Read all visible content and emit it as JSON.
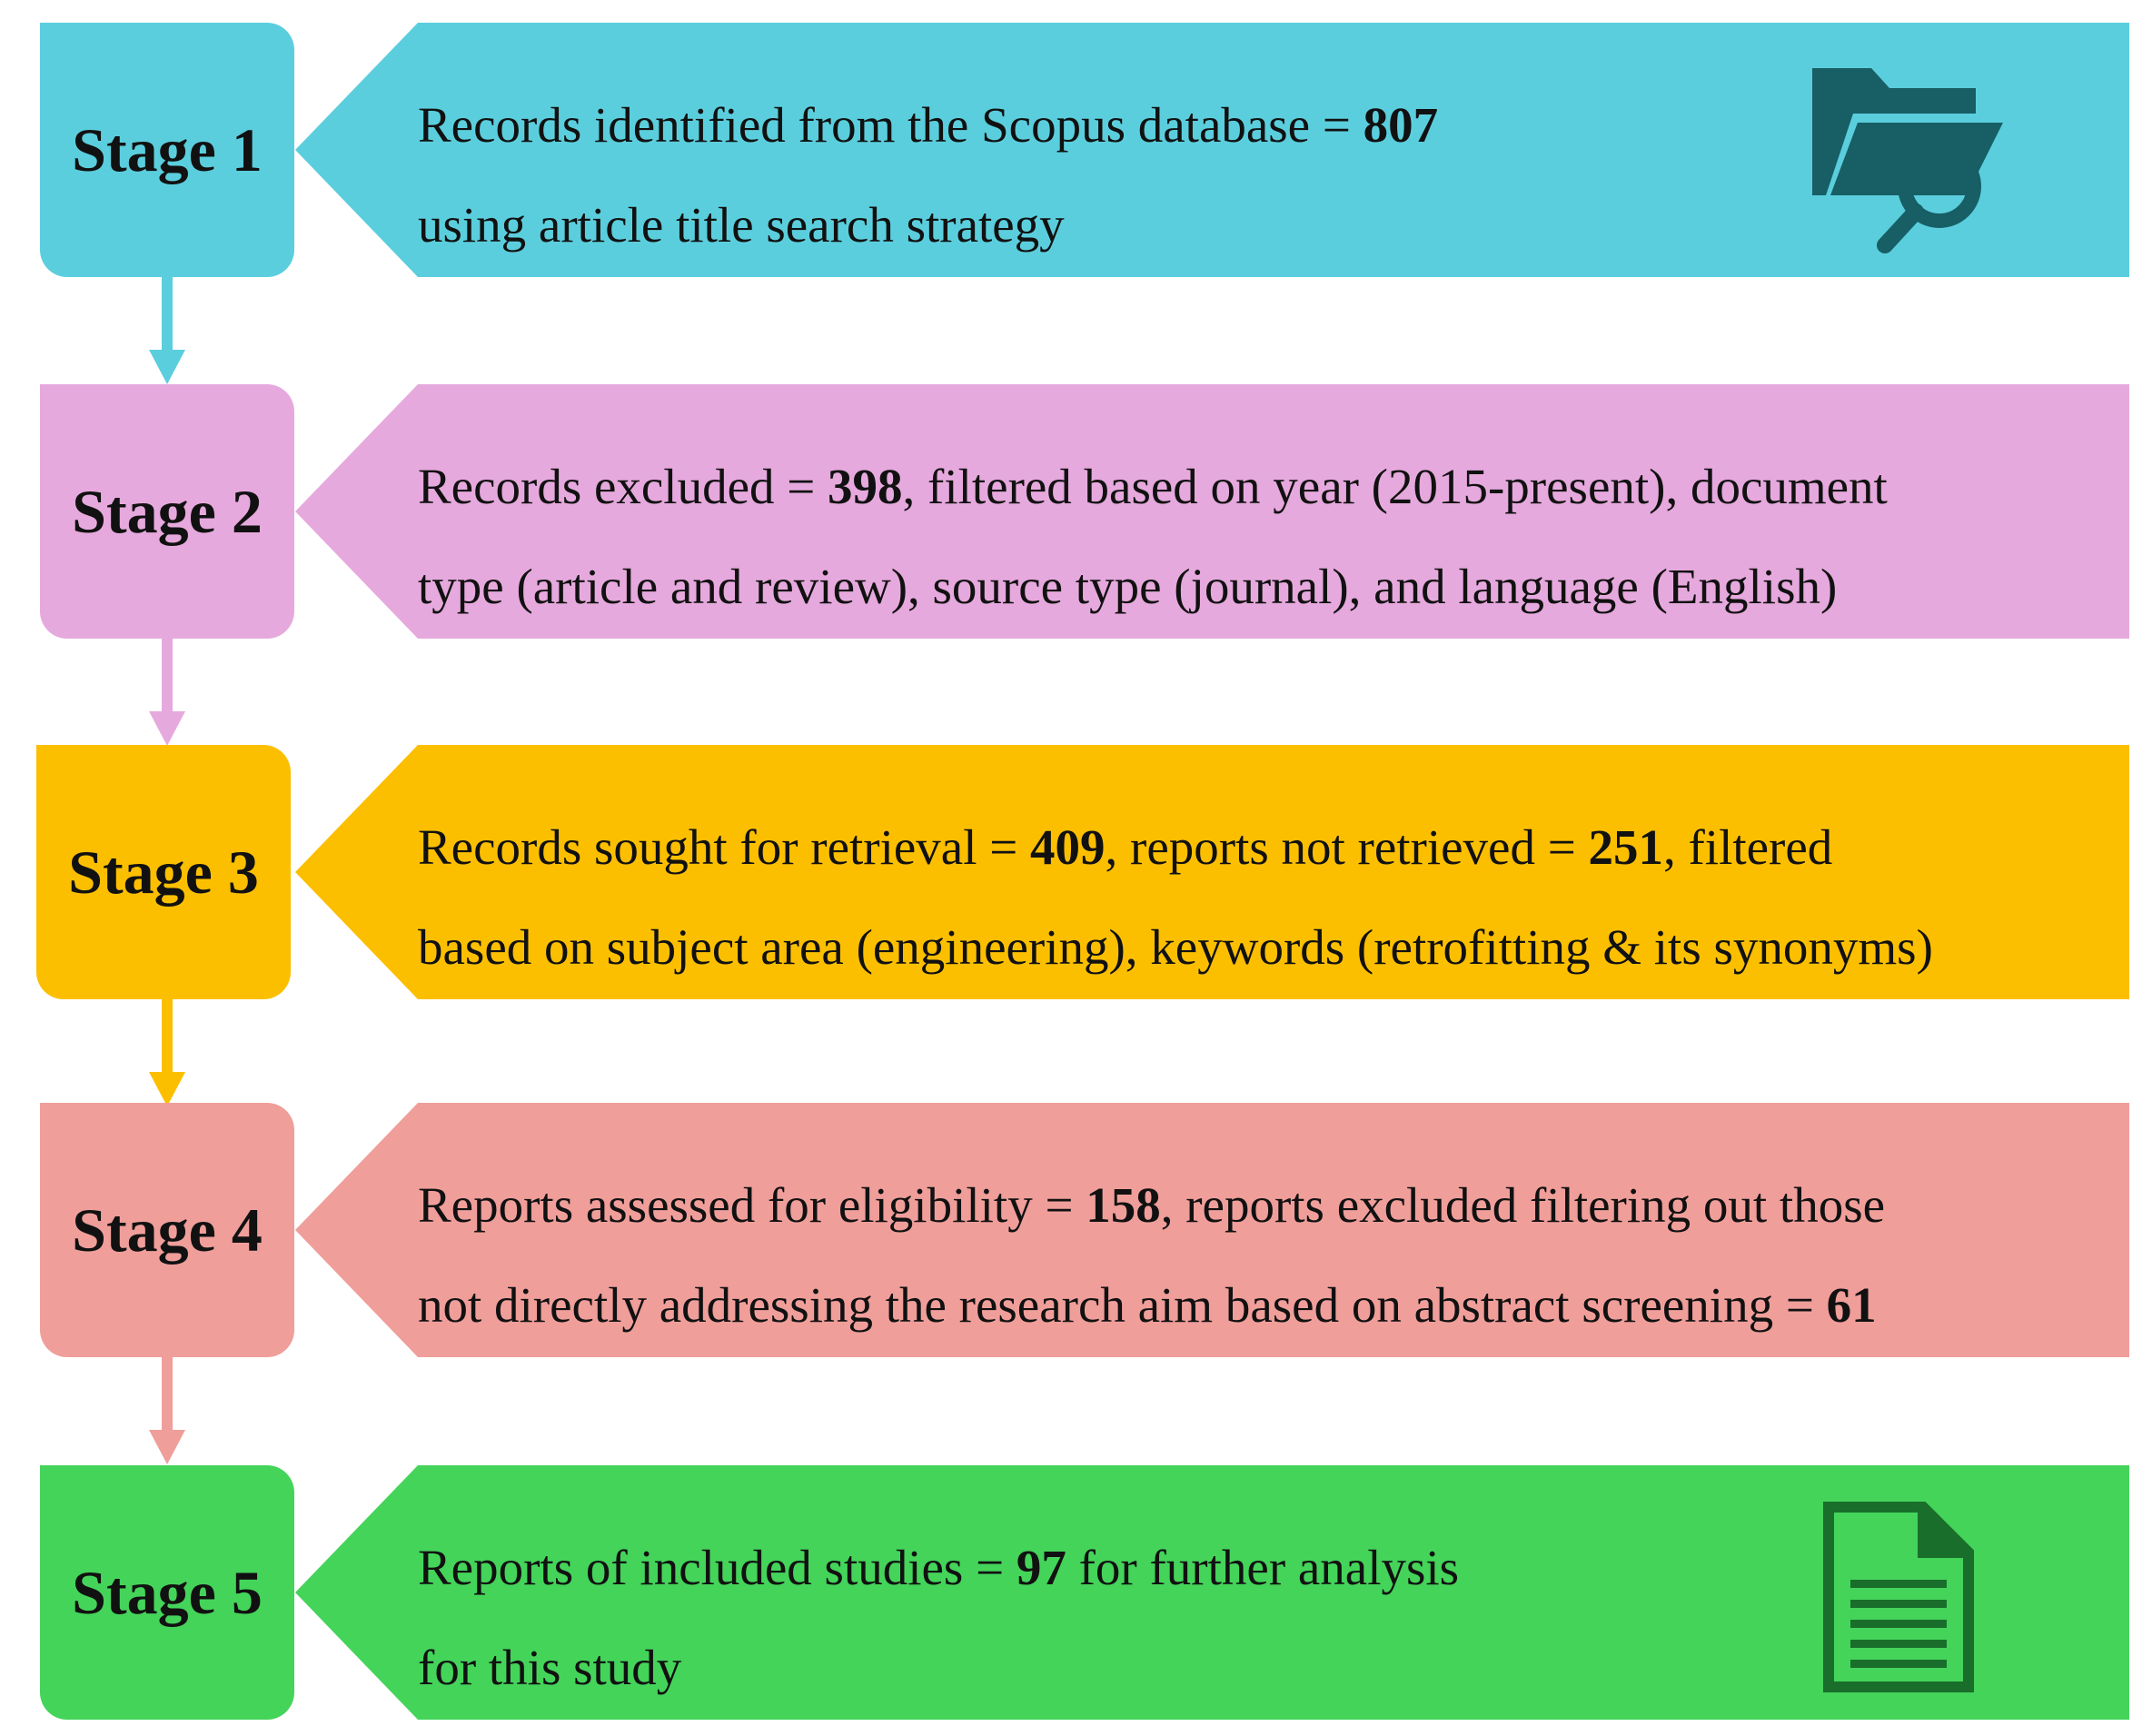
{
  "stages": [
    {
      "label": "Stage 1",
      "color": "#5bcedd",
      "line1": {
        "a": "Records identified from the Scopus database = ",
        "b": "807",
        "c": ""
      },
      "line2": {
        "a": "using article title search strategy",
        "b": "",
        "c": ""
      },
      "icon": "folder-search-icon"
    },
    {
      "label": "Stage 2",
      "color": "#e6a9dd",
      "line1": {
        "a": "Records excluded = ",
        "b": "398",
        "c": ", filtered based on year (2015-present), document"
      },
      "line2": {
        "a": "type (article and review), source type (journal), and language (English)",
        "b": "",
        "c": ""
      }
    },
    {
      "label": "Stage 3",
      "color": "#fcbf00",
      "line1": {
        "a": "Records sought for retrieval = ",
        "b": "409",
        "c": ", reports not retrieved = ",
        "d": "251",
        "e": ", filtered"
      },
      "line2": {
        "a": "based on subject area (engineering), keywords (retrofitting & its synonyms)",
        "b": "",
        "c": ""
      }
    },
    {
      "label": "Stage 4",
      "color": "#ef9e9a",
      "line1": {
        "a": "Reports assessed for eligibility = ",
        "b": "158",
        "c": ", reports excluded filtering out those"
      },
      "line2": {
        "a": "not directly addressing the research aim based on abstract screening = ",
        "b": "61",
        "c": ""
      }
    },
    {
      "label": "Stage 5",
      "color": "#44d45a",
      "line1": {
        "a": "Reports of included studies = ",
        "b": "97",
        "c": " for further analysis"
      },
      "line2": {
        "a": "for this study",
        "b": "",
        "c": ""
      },
      "icon": "document-icon"
    }
  ],
  "colors": {
    "folder_icon": "#175e65",
    "document_icon": "#1a6e2b"
  }
}
